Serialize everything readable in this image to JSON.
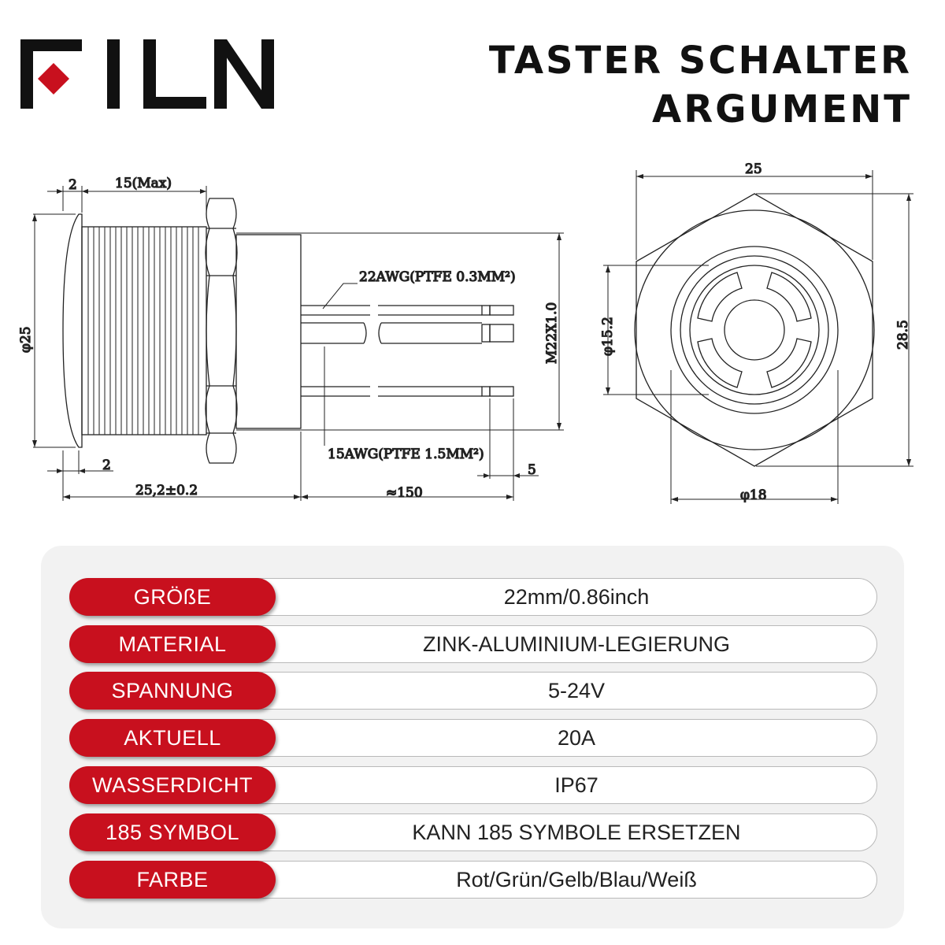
{
  "brand": {
    "logo_text": "FILN",
    "accent": "#c8101e"
  },
  "title": {
    "line1": "TASTER SCHALTER",
    "line2": "ARGUMENT"
  },
  "drawing": {
    "dim_2_top": "2",
    "dim_15max": "15(Max)",
    "dim_d25": "φ25",
    "wire_22awg": "22AWG(PTFE 0.3MM²)",
    "thread": "M22X1.0",
    "wire_15awg": "15AWG(PTFE 1.5MM²)",
    "dim_2_bottom": "2",
    "dim_length": "25,2±0.2",
    "dim_wire_len": "≈150",
    "dim_5": "5",
    "dim_25_hex": "25",
    "dim_d152": "φ15.2",
    "dim_285": "28.5",
    "dim_d18": "φ18"
  },
  "specs": [
    {
      "label": "GRÖßE",
      "value": "22mm/0.86inch"
    },
    {
      "label": "MATERIAL",
      "value": "ZINK-ALUMINIUM-LEGIERUNG"
    },
    {
      "label": "SPANNUNG",
      "value": "5-24V"
    },
    {
      "label": "AKTUELL",
      "value": "20A"
    },
    {
      "label": "WASSERDICHT",
      "value": "IP67"
    },
    {
      "label": "185 SYMBOL",
      "value": "KANN 185 SYMBOLE ERSETZEN"
    },
    {
      "label": "FARBE",
      "value": "Rot/Grün/Gelb/Blau/Weiß"
    }
  ]
}
